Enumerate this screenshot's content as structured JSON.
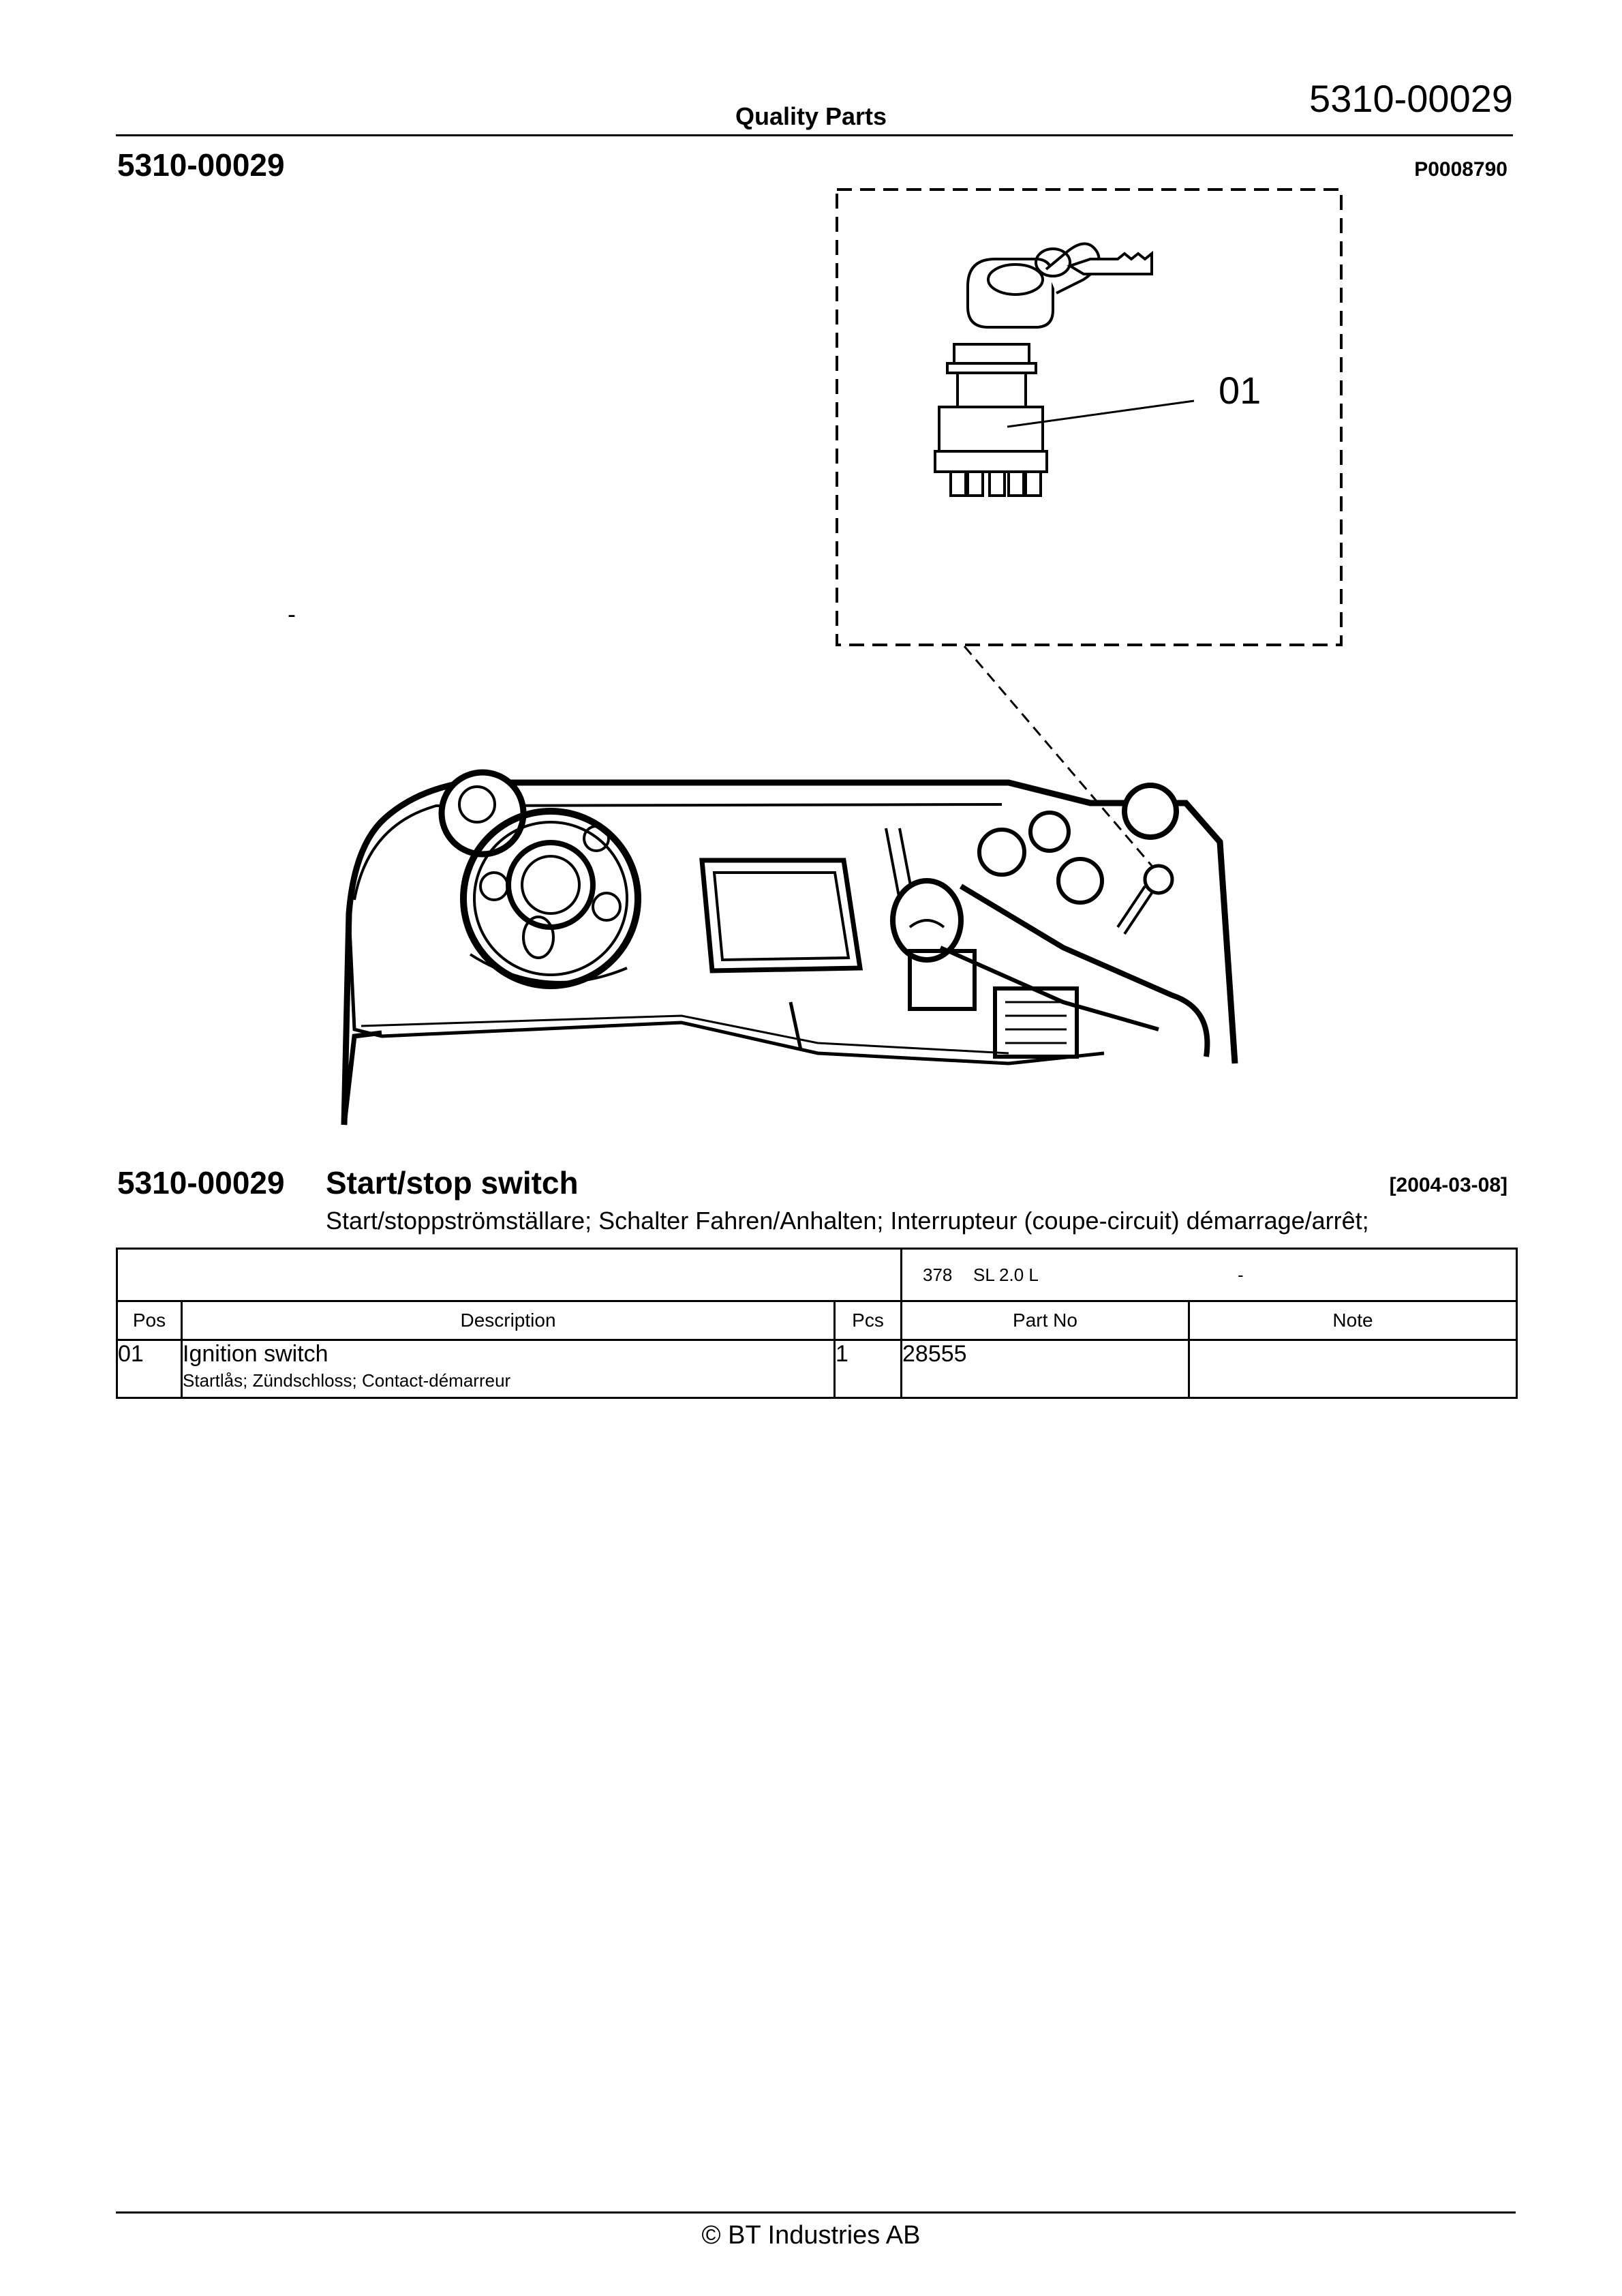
{
  "header": {
    "center_title": "Quality Parts",
    "doc_number": "5310-00029"
  },
  "section": {
    "id": "5310-00029",
    "picture_id": "P0008790",
    "dash": "-"
  },
  "figure": {
    "callout": "01"
  },
  "title": {
    "id": "5310-00029",
    "name": "Start/stop switch",
    "date": "[2004-03-08]",
    "translations": "Start/stoppströmställare; Schalter Fahren/Anhalten; Interrupteur (coupe-circuit) démarrage/arrêt;"
  },
  "model": {
    "code": "378",
    "name": "SL 2.0 L",
    "range": "-"
  },
  "table": {
    "headers": [
      "Pos",
      "Description",
      "Pcs",
      "Part No",
      "Note"
    ],
    "rows": [
      {
        "pos": "01",
        "description": "Ignition switch",
        "description_translations": "Startlås; Zündschloss; Contact-démarreur",
        "pcs": "1",
        "part_no": "28555",
        "note": ""
      }
    ]
  },
  "footer": {
    "copyright": "© BT Industries AB"
  }
}
